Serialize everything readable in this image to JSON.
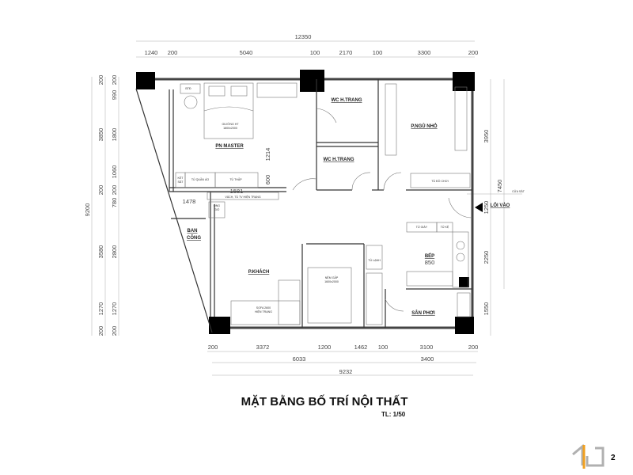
{
  "title": "MẶT BẰNG BỐ TRÍ NỘI THẤT",
  "scale": "TL: 1/50",
  "page_number": "2",
  "rooms": {
    "master": "PN MASTER",
    "wc1": "WC H.TRANG",
    "wc2": "WC H.TRANG",
    "small_bedroom": "P.NGỦ NHỎ",
    "living": "P.KHÁCH",
    "balcony_1": "BAN",
    "balcony_2": "CÔNG",
    "kitchen": "BẾP",
    "kitchen_dim": "850",
    "loggia": "SÂN PHƠI",
    "entrance": "LỐI VÀO",
    "door_note": "CỬA SẮT"
  },
  "furniture": {
    "bed_master_1": "GIƯỜNG HT",
    "bed_master_2": "1800x2000",
    "btd": "BTĐ",
    "ket_sat_1": "KÉT",
    "ket_sat_2": "SẮT",
    "wardrobe": "TỦ QUẦN ÁO",
    "low_cabinet": "TỦ THẤP",
    "tv_wall": "VÁCH, TỦ TV HIỆN TRẠNG",
    "pipe_1": "ỐNG",
    "pipe_2": "GIÓ",
    "sofa_1": "SOFA 2600",
    "sofa_2": "HIỆN TRẠNG",
    "fold_bed_1": "NỆM GẤP",
    "fold_bed_2": "1600x2000",
    "fridge": "TỦ LẠNH",
    "toy_cabinet": "TỦ ĐỒ CHƠI",
    "shoe_cabinet": "TỦ GIÀY",
    "shelf": "TỦ KỆ"
  },
  "dims": {
    "top_total": "12350",
    "top": [
      "1240",
      "200",
      "5040",
      "100",
      "2170",
      "100",
      "3300",
      "200"
    ],
    "left_total": "9200",
    "left_outer": [
      "200",
      "3850",
      "200",
      "3580",
      "1270",
      "200"
    ],
    "left_inner": [
      "200",
      "990",
      "1800",
      "1060",
      "200",
      "780",
      "2800",
      "1270",
      "200"
    ],
    "right": [
      "3950",
      "1250",
      "2250",
      "1550"
    ],
    "right_total": "7450",
    "bottom": [
      "200",
      "3372",
      "1200",
      "1462",
      "100",
      "3100",
      "200"
    ],
    "bottom_mid": [
      "6033",
      "3400"
    ],
    "bottom_total": "9232",
    "inner": [
      "1214",
      "600",
      "1581",
      "1478"
    ]
  },
  "colors": {
    "logo_orange": "#f0a020",
    "logo_grey": "#b0b0b0"
  }
}
